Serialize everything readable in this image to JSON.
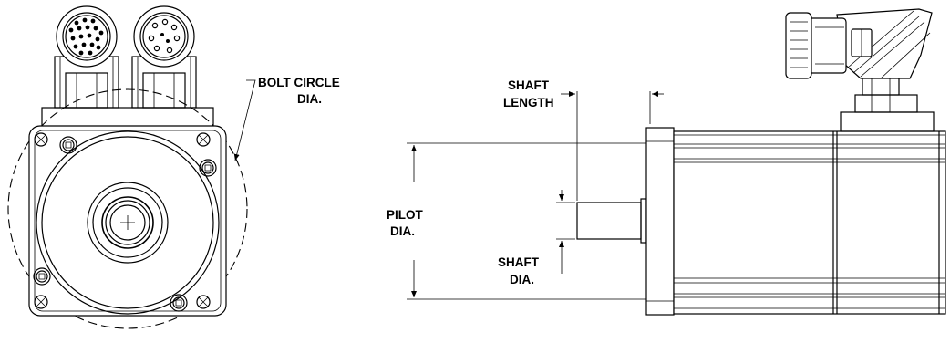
{
  "labels": {
    "bolt_circle_line1": "BOLT CIRCLE",
    "bolt_circle_line2": "DIA.",
    "shaft_length_line1": "SHAFT",
    "shaft_length_line2": "LENGTH",
    "pilot_line1": "PILOT",
    "pilot_line2": "DIA.",
    "shaft_dia_line1": "SHAFT",
    "shaft_dia_line2": "DIA."
  }
}
